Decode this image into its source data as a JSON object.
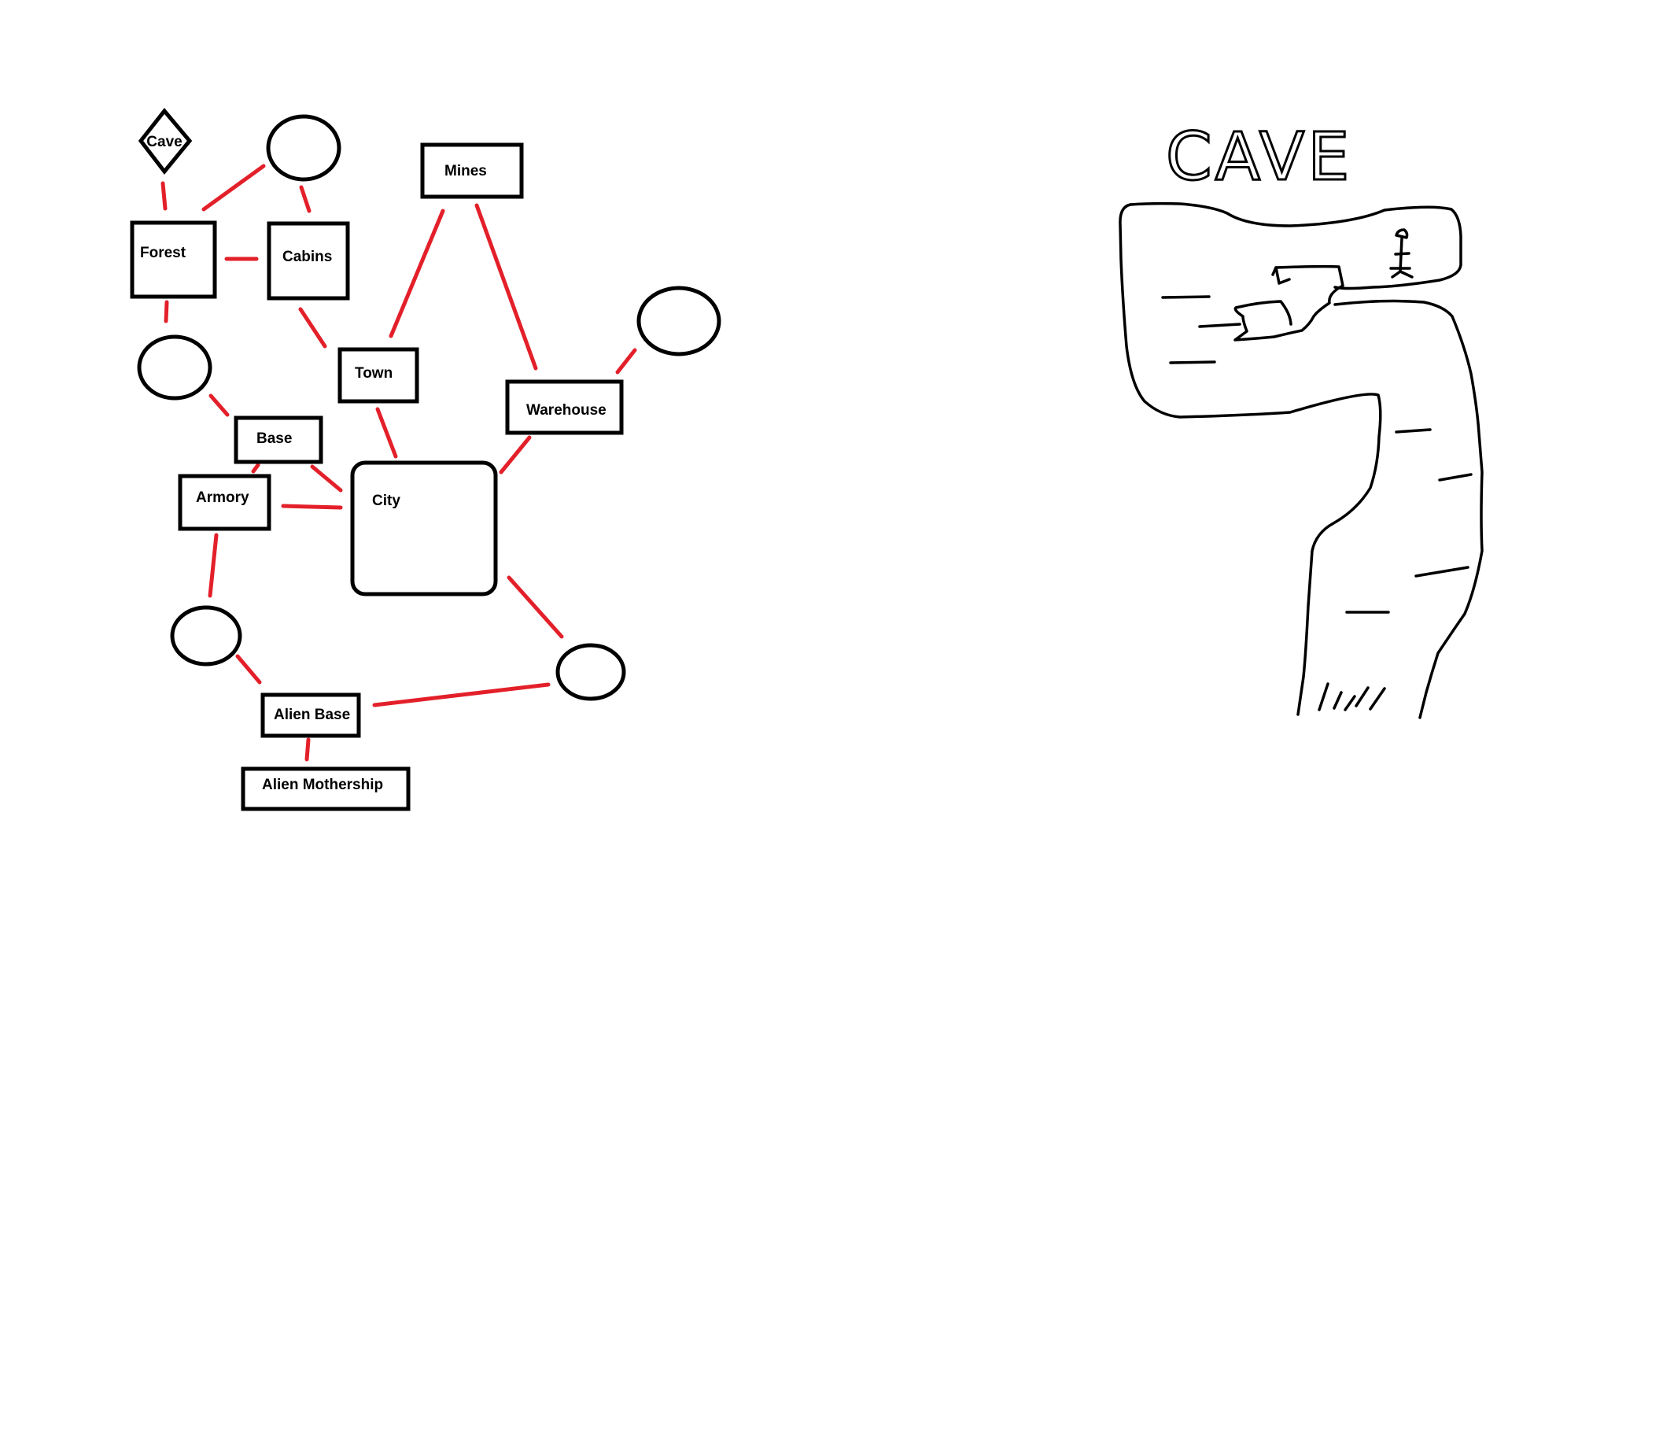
{
  "diagram": {
    "nodes": [
      {
        "id": "cave",
        "label": "Cave",
        "shape": "diamond"
      },
      {
        "id": "forest",
        "label": "Forest",
        "shape": "box"
      },
      {
        "id": "cabins",
        "label": "Cabins",
        "shape": "box"
      },
      {
        "id": "mines",
        "label": "Mines",
        "shape": "box"
      },
      {
        "id": "town",
        "label": "Town",
        "shape": "box"
      },
      {
        "id": "warehouse",
        "label": "Warehouse",
        "shape": "box"
      },
      {
        "id": "base",
        "label": "Base",
        "shape": "box"
      },
      {
        "id": "armory",
        "label": "Armory",
        "shape": "box"
      },
      {
        "id": "city",
        "label": "City",
        "shape": "rounded-box"
      },
      {
        "id": "alien_base",
        "label": "Alien Base",
        "shape": "box"
      },
      {
        "id": "alien_mothership",
        "label": "Alien Mothership",
        "shape": "box"
      },
      {
        "id": "c1",
        "label": "",
        "shape": "circle"
      },
      {
        "id": "c2",
        "label": "",
        "shape": "circle"
      },
      {
        "id": "c3",
        "label": "",
        "shape": "circle"
      },
      {
        "id": "c4",
        "label": "",
        "shape": "circle"
      },
      {
        "id": "c5",
        "label": "",
        "shape": "circle"
      }
    ],
    "edges": [
      [
        "cave",
        "forest"
      ],
      [
        "forest",
        "c1"
      ],
      [
        "c1",
        "cabins"
      ],
      [
        "forest",
        "cabins"
      ],
      [
        "forest",
        "c2"
      ],
      [
        "cabins",
        "town"
      ],
      [
        "mines",
        "town"
      ],
      [
        "mines",
        "warehouse"
      ],
      [
        "warehouse",
        "c3"
      ],
      [
        "c2",
        "base"
      ],
      [
        "town",
        "city"
      ],
      [
        "base",
        "armory"
      ],
      [
        "base",
        "city"
      ],
      [
        "armory",
        "city"
      ],
      [
        "warehouse",
        "city"
      ],
      [
        "armory",
        "c4"
      ],
      [
        "city",
        "c5"
      ],
      [
        "c4",
        "alien_base"
      ],
      [
        "alien_base",
        "c5"
      ],
      [
        "alien_base",
        "alien_mothership"
      ]
    ],
    "edge_color": "#e3202a"
  },
  "cave_sketch": {
    "title": "CAVE"
  }
}
